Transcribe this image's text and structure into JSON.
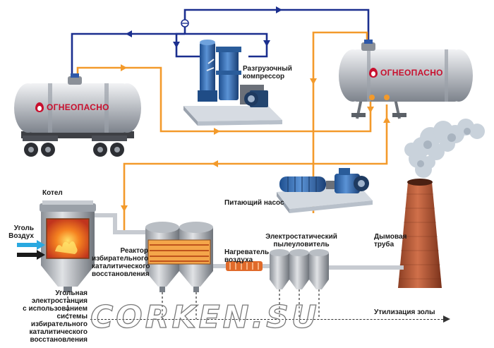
{
  "labels": {
    "compressor": "Разгрузочный\nкомпрессор",
    "feed_pump": "Питающий насос",
    "boiler": "Котел",
    "coal_air": "Уголь\nВоздух",
    "reactor": "Реактор\nизбирательного\nкаталитического\nвосстановления",
    "air_heater": "Нагреватель\nвоздуха",
    "precipitator": "Электростатический\nпылеуловитель",
    "chimney": "Дымовая\nтруба",
    "plant": "Угольная\nэлектростанция\nс использованием\nсистемы\nизбирательного\nкаталитического\nвосстановления",
    "ash": "Утилизация золы"
  },
  "warnings": {
    "railcar_tank": "ОГНЕОПАСНО",
    "storage_tank": "ОГНЕОПАСНО"
  },
  "watermark": "CORKEN.SU",
  "colors": {
    "vapor_line": "#1b2f8f",
    "liquid_line": "#f39a2b",
    "tank_body": "#c9ccd1",
    "equipment_blue": "#3a6fb3",
    "fire": "#f07a1a"
  },
  "icons": [
    "flammable-flame-icon",
    "flow-arrow-icon",
    "valve-icon",
    "motor-icon"
  ]
}
